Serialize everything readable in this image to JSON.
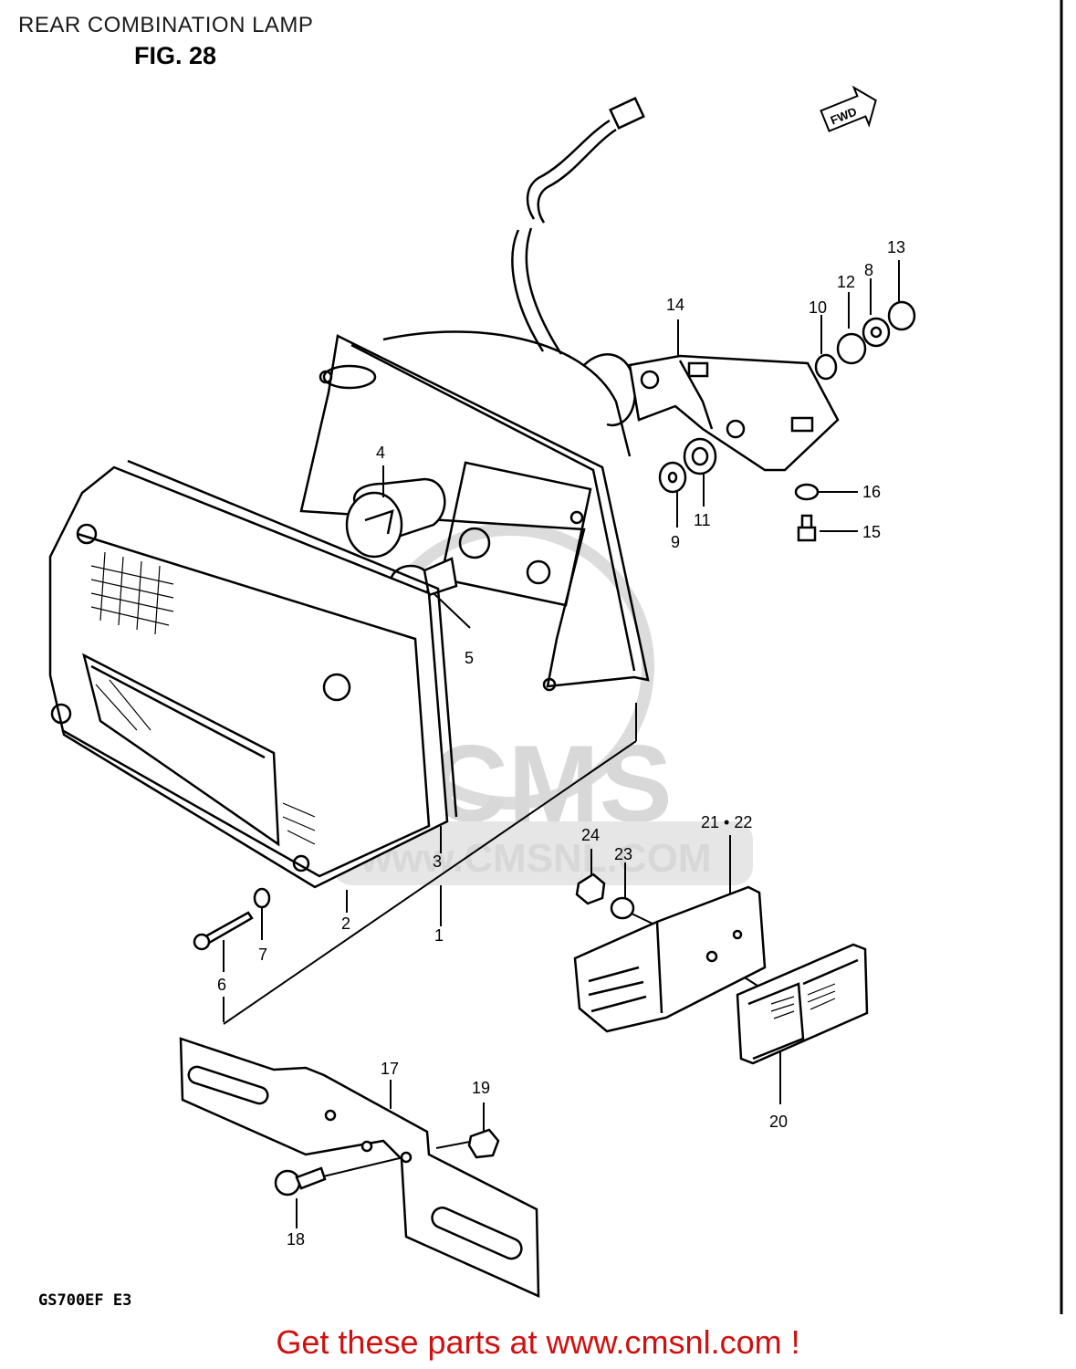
{
  "header": {
    "title": "REAR COMBINATION LAMP",
    "figure": "FIG. 28"
  },
  "direction_badge": "FWD",
  "part_labels": {
    "p1": "1",
    "p2": "2",
    "p3": "3",
    "p4": "4",
    "p5": "5",
    "p6": "6",
    "p7": "7",
    "p8": "8",
    "p9": "9",
    "p10": "10",
    "p11": "11",
    "p12": "12",
    "p13": "13",
    "p14": "14",
    "p15": "15",
    "p16": "16",
    "p17": "17",
    "p18": "18",
    "p19": "19",
    "p20": "20",
    "p21_22": "21 • 22",
    "p23": "23",
    "p24": "24"
  },
  "watermark": {
    "logo": "CMS",
    "url": "www.CMSNL.COM"
  },
  "model_code": "GS700EF  E3",
  "footer": {
    "link_text": "Get these parts at www.cmsnl.com !"
  },
  "colors": {
    "line": "#000000",
    "watermark": "#d8d8d8",
    "footer_link": "#d01010"
  }
}
